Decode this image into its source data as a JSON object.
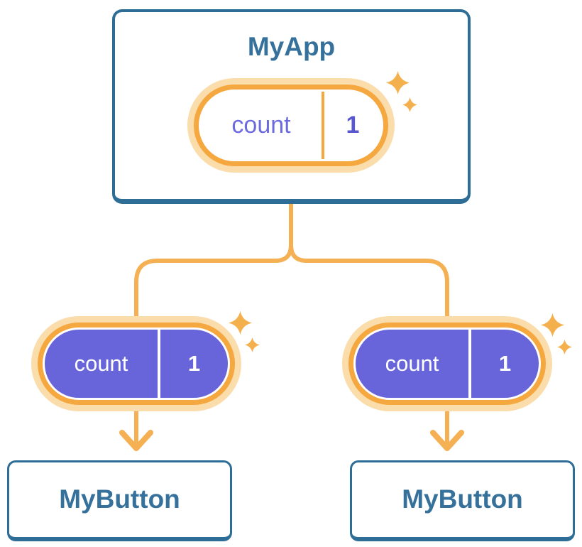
{
  "diagram": {
    "root": {
      "title": "MyApp",
      "state": {
        "label": "count",
        "value": "1"
      }
    },
    "children": [
      {
        "title": "MyButton",
        "state": {
          "label": "count",
          "value": "1"
        }
      },
      {
        "title": "MyButton",
        "state": {
          "label": "count",
          "value": "1"
        }
      }
    ]
  },
  "colors": {
    "node_border_blue": "#2E6D96",
    "node_text_blue": "#36719C",
    "state_ring_orange": "#F5A83F",
    "state_glow_orange": "#FBDCAB",
    "connector_orange": "#F5B054",
    "state_fill_purple": "#6865DB",
    "state_label_purple": "#6C6ADF",
    "state_value_purple": "#5857CE",
    "sparkle_orange": "#F5B04E"
  }
}
